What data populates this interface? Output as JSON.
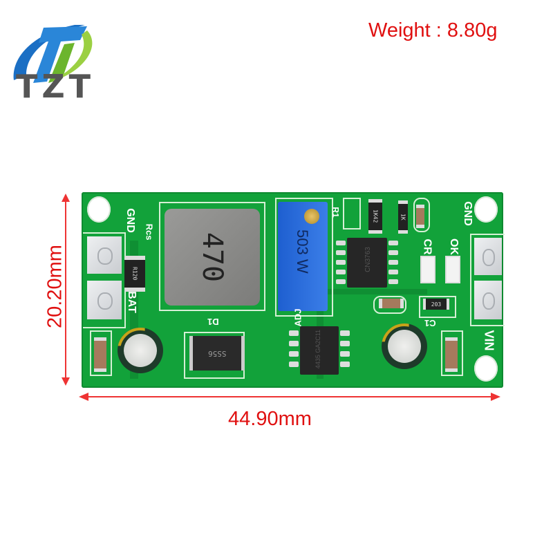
{
  "brand": {
    "logo_name": "TZT",
    "logo_colors": {
      "blue": "#1b6fc4",
      "green": "#6cb52d",
      "text": "#555555"
    }
  },
  "weight_label": "Weight : 8.80g",
  "dimensions": {
    "height_label": "20.20mm",
    "width_label": "44.90mm",
    "color": "#e01010"
  },
  "board": {
    "color": "#12a23a",
    "silkscreen": {
      "left_gnd": "GND",
      "left_bat": "BAT",
      "rcs": "Rcs",
      "d1": "D1",
      "adj": "ADJ",
      "r1": "R1",
      "cr": "CR",
      "ok": "OK",
      "right_gnd": "GND",
      "vin": "VIN",
      "c1": "C1"
    },
    "components": {
      "inductor_marking": "470",
      "potentiometer_marking": "503 W",
      "current_sense_resistor": "R120",
      "diode_marking": "SS56",
      "controller_ic_marking": "CN3763",
      "mosfet_marking": "4435 GA2C11",
      "resistor_203": "203",
      "resistor_1k": "1K",
      "resistor_4k7": "1K42"
    }
  }
}
